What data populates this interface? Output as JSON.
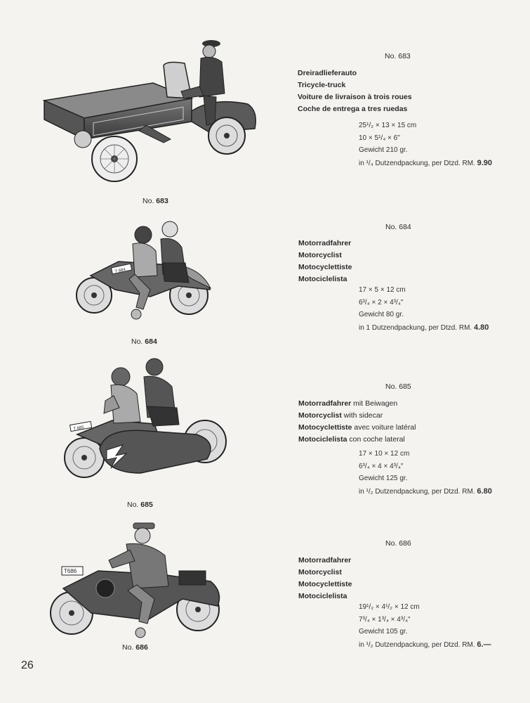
{
  "page_number": "26",
  "items": [
    {
      "caption_prefix": "No.",
      "caption_num": "683",
      "header": "No. 683",
      "names": [
        {
          "bold": "Dreiradlieferauto",
          "rest": ""
        },
        {
          "bold": "Tricycle-truck",
          "rest": ""
        },
        {
          "bold": "Voiture de livraison à trois roues",
          "rest": ""
        },
        {
          "bold": "Coche de entrega a tres ruedas",
          "rest": ""
        }
      ],
      "dims_cm": "25¹/₂ × 13 × 15 cm",
      "dims_in": "10 × 5¹/₄ × 6\"",
      "weight": "Gewicht 210 gr.",
      "pack": "in ¹/₄ Dutzendpackung, per Dtzd. RM.",
      "price": "9.90"
    },
    {
      "caption_prefix": "No.",
      "caption_num": "684",
      "header": "No. 684",
      "names": [
        {
          "bold": "Motorradfahrer",
          "rest": ""
        },
        {
          "bold": "Motorcyclist",
          "rest": ""
        },
        {
          "bold": "Motocyclettiste",
          "rest": ""
        },
        {
          "bold": "Motociclelista",
          "rest": ""
        }
      ],
      "dims_cm": "17 × 5 × 12 cm",
      "dims_in": "6³/₄ × 2 × 4³/₄\"",
      "weight": "Gewicht 80 gr.",
      "pack": "in 1 Dutzendpackung, per Dtzd. RM.",
      "price": "4.80"
    },
    {
      "caption_prefix": "No.",
      "caption_num": "685",
      "header": "No. 685",
      "names": [
        {
          "bold": "Motorradfahrer",
          "rest": " mit Beiwagen"
        },
        {
          "bold": "Motorcyclist",
          "rest": " with sidecar"
        },
        {
          "bold": "Motocyclettiste",
          "rest": " avec voiture latéral"
        },
        {
          "bold": "Motociclelista",
          "rest": " con coche lateral"
        }
      ],
      "dims_cm": "17 × 10 × 12 cm",
      "dims_in": "6³/₄ × 4 × 4³/₄\"",
      "weight": "Gewicht 125 gr.",
      "pack": "in ¹/₂ Dutzendpackung, per Dtzd. RM.",
      "price": "6.80"
    },
    {
      "caption_prefix": "No.",
      "caption_num": "686",
      "header": "No. 686",
      "names": [
        {
          "bold": "Motorradfahrer",
          "rest": ""
        },
        {
          "bold": "Motorcyclist",
          "rest": ""
        },
        {
          "bold": "Motocyclettiste",
          "rest": ""
        },
        {
          "bold": "Motociclelista",
          "rest": ""
        }
      ],
      "dims_cm": "19¹/₂ × 4¹/₂ × 12 cm",
      "dims_in": "7³/₄ × 1³/₄ × 4³/₄\"",
      "weight": "Gewicht 105 gr.",
      "pack": "in ¹/₂ Dutzendpackung, per Dtzd. RM.",
      "price": "6.—"
    }
  ],
  "plates": {
    "p684": "T 684",
    "p685": "T 685",
    "p686": "T686"
  }
}
